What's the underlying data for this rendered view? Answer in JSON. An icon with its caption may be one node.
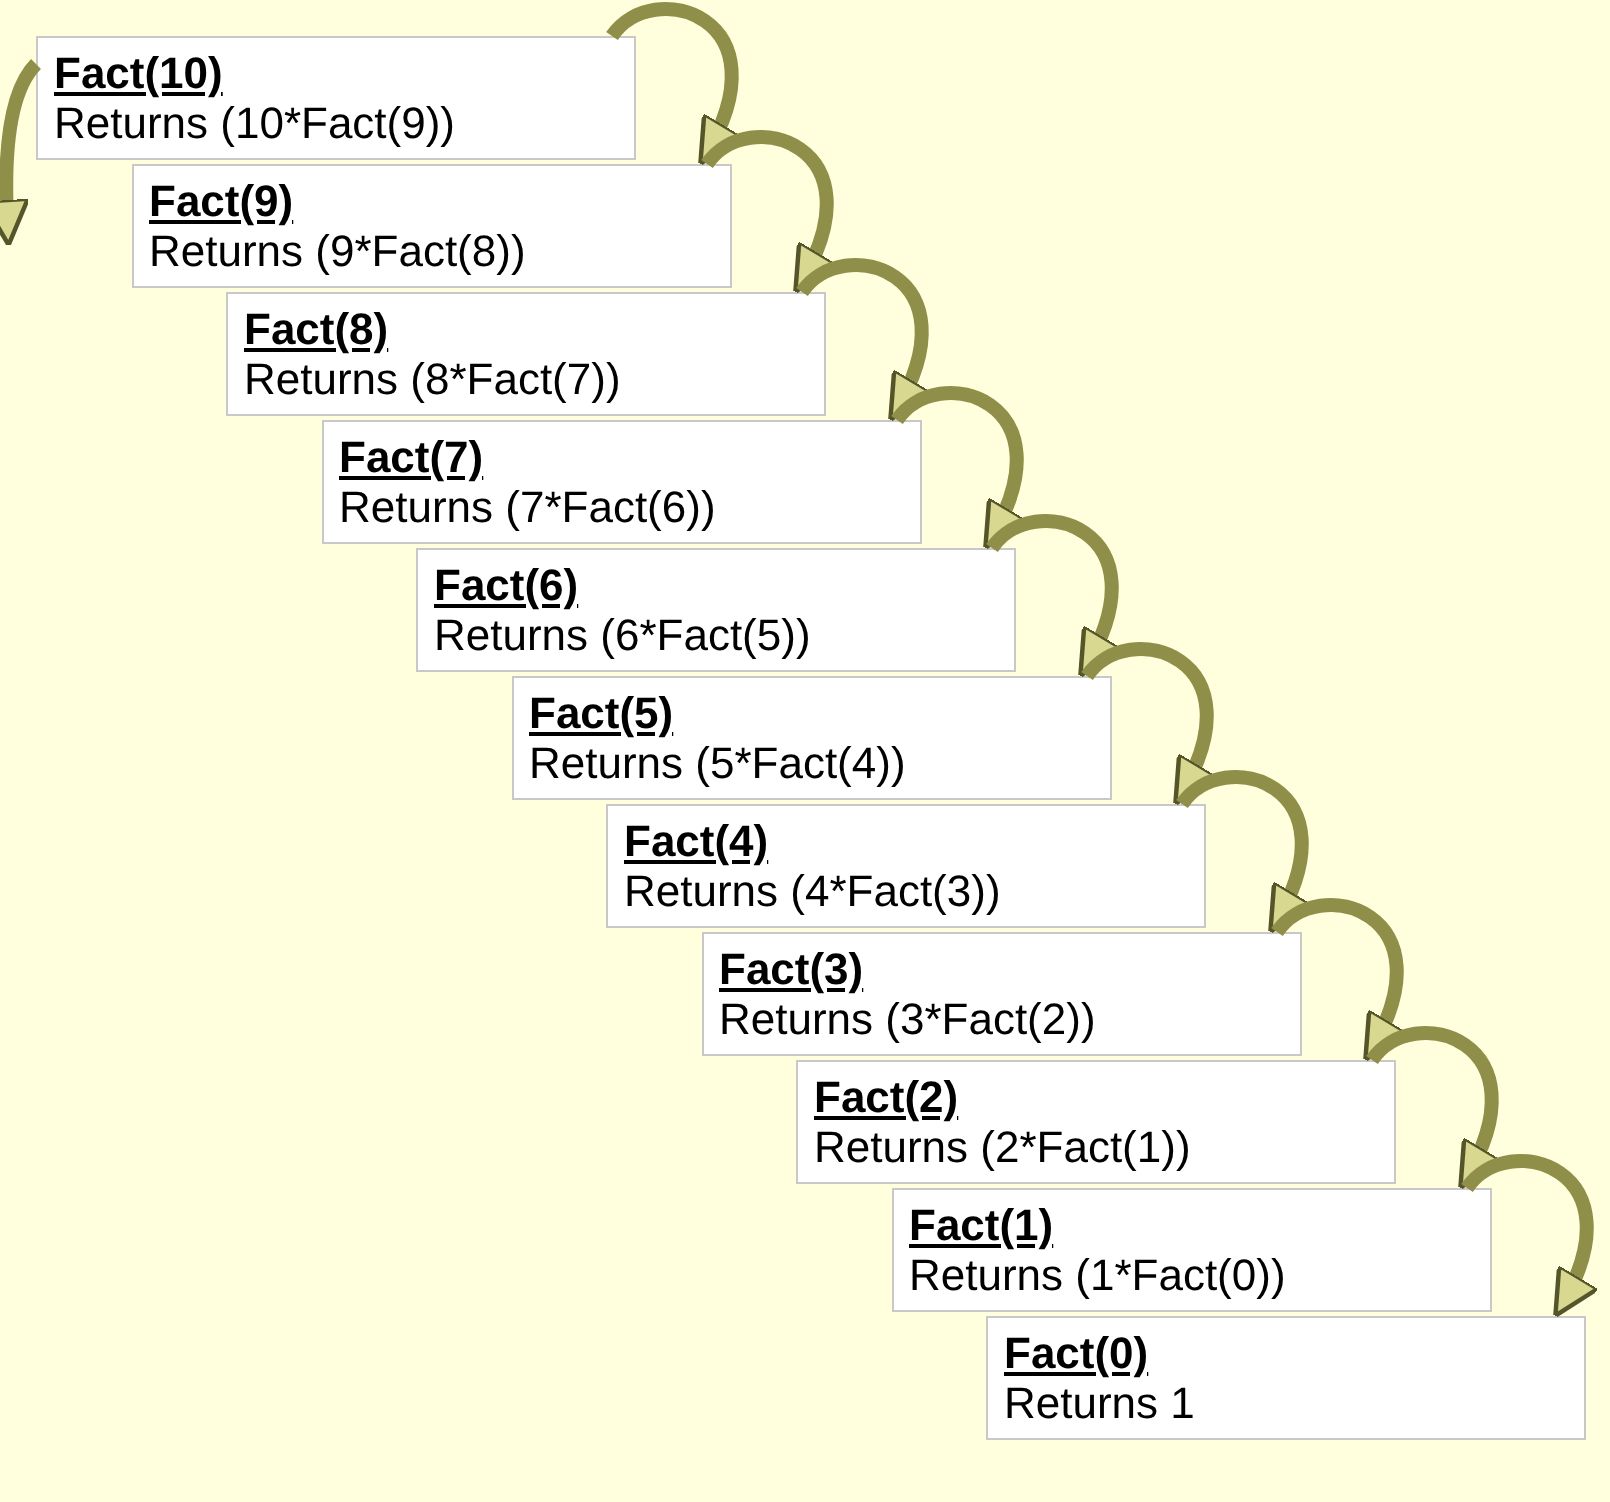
{
  "diagram": {
    "nodes": [
      {
        "text": [
          "Fact(10)",
          "Returns (10*Fact(9))"
        ]
      },
      {
        "text": [
          "Fact(9)",
          "Returns (9*Fact(8))"
        ]
      },
      {
        "text": [
          "Fact(8)",
          "Returns (8*Fact(7))"
        ]
      },
      {
        "text": [
          "Fact(7)",
          "Returns (7*Fact(6))"
        ]
      },
      {
        "text": [
          "Fact(6)",
          "Returns (6*Fact(5))"
        ]
      },
      {
        "text": [
          "Fact(5)",
          "Returns (5*Fact(4))"
        ]
      },
      {
        "text": [
          "Fact(4)",
          "Returns (4*Fact(3))"
        ]
      },
      {
        "text": [
          "Fact(3)",
          "Returns (3*Fact(2))"
        ]
      },
      {
        "text": [
          "Fact(2)",
          "Returns (2*Fact(1))"
        ]
      },
      {
        "text": [
          "Fact(1)",
          "Returns (1*Fact(0))"
        ]
      },
      {
        "text": [
          "Fact(0)",
          "Returns 1"
        ]
      }
    ],
    "edges": [
      {
        "from": 0,
        "to": null,
        "arrow": "to"
      },
      {
        "from": 0,
        "to": 1,
        "arrow": "to"
      },
      {
        "from": 1,
        "to": 2,
        "arrow": "to"
      },
      {
        "from": 2,
        "to": 3,
        "arrow": "to"
      },
      {
        "from": 3,
        "to": 4,
        "arrow": "to"
      },
      {
        "from": 4,
        "to": 5,
        "arrow": "to"
      },
      {
        "from": 5,
        "to": 6,
        "arrow": "to"
      },
      {
        "from": 6,
        "to": 7,
        "arrow": "to"
      },
      {
        "from": 7,
        "to": 8,
        "arrow": "to"
      },
      {
        "from": 8,
        "to": 9,
        "arrow": "to"
      },
      {
        "from": 9,
        "to": 10,
        "arrow": "to"
      }
    ]
  }
}
